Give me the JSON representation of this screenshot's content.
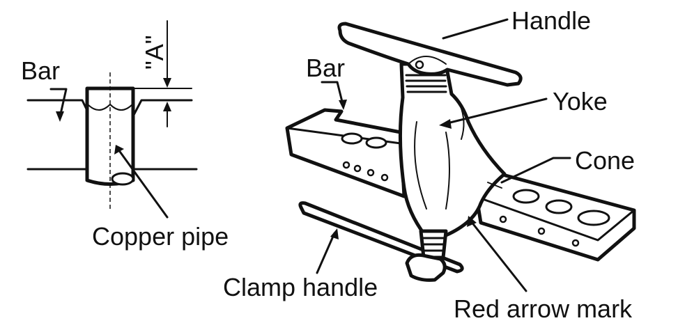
{
  "labels": {
    "bar_left": "Bar",
    "dimension_a": "\"A\"",
    "copper_pipe": "Copper pipe",
    "handle": "Handle",
    "bar_right": "Bar",
    "yoke": "Yoke",
    "cone": "Cone",
    "clamp_handle": "Clamp handle",
    "red_arrow_mark": "Red arrow mark"
  },
  "colors": {
    "line": "#111111",
    "background": "#ffffff"
  }
}
